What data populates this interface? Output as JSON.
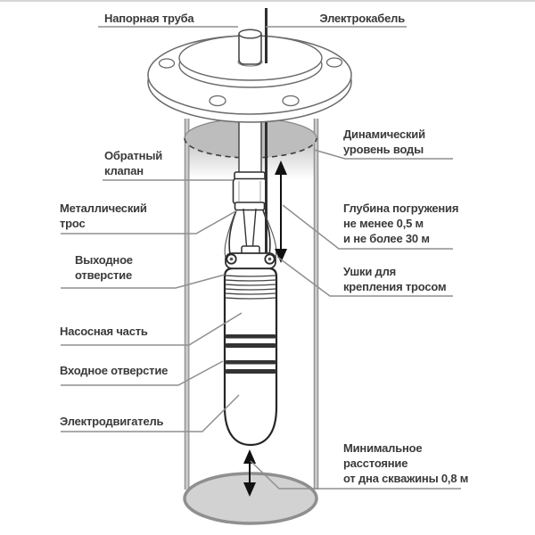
{
  "diagram": {
    "labels": {
      "pressure_pipe": "Напорная труба",
      "power_cable": "Электрокабель",
      "dynamic_water_level": "Динамический\nуровень воды",
      "check_valve": "Обратный\nклапан",
      "metal_cable": "Металлический\nтрос",
      "immersion_depth": "Глубина погружения\nне менее 0,5 м\nи не более 30 м",
      "outlet": "Выходное\nотверстие",
      "rope_ears": "Ушки для\nкрепления тросом",
      "pump_section": "Насосная часть",
      "inlet": "Входное отверстие",
      "motor": "Электродвигатель",
      "min_bottom_distance": "Минимальное\nрасстояние\nот дна скважины 0,8 м"
    },
    "colors": {
      "background": "#ffffff",
      "label_text": "#3a3a3a",
      "leader_line": "#8f8f8f",
      "pump_outline": "#262626",
      "flange_outline": "#6a6a6a",
      "casing": "#a9a9a9",
      "water_fill": "#bdbdbd",
      "well_bottom_fill": "#d2d2d2",
      "arrow": "#111111"
    }
  }
}
